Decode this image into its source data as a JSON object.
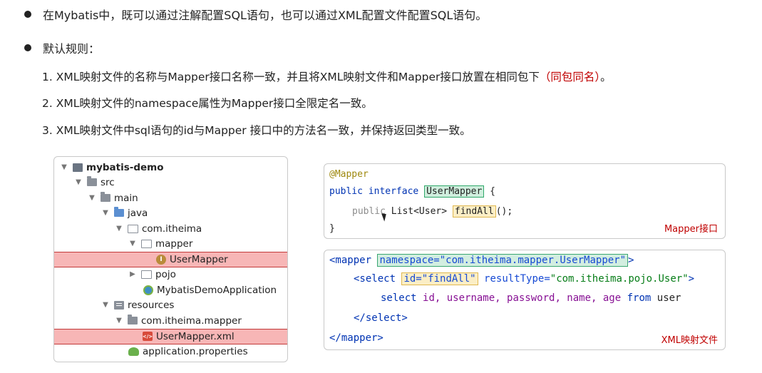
{
  "bullets": [
    "在Mybatis中，既可以通过注解配置SQL语句，也可以通过XML配置文件配置SQL语句。",
    "默认规则："
  ],
  "rules": {
    "r1_a": "1. XML映射文件的名称与Mapper接口名称一致，并且将XML映射文件和Mapper接口放置在相同包下",
    "r1_b": "（同包同名）",
    "r1_c": "。",
    "r2": "2. XML映射文件的namespace属性为Mapper接口全限定名一致。",
    "r3": "3. XML映射文件中sql语句的id与Mapper 接口中的方法名一致，并保持返回类型一致。"
  },
  "tree": {
    "project": "mybatis-demo",
    "src": "src",
    "main": "main",
    "java": "java",
    "pkg_itheima": "com.itheima",
    "mapper": "mapper",
    "user_mapper": "UserMapper",
    "pojo": "pojo",
    "app": "MybatisDemoApplication",
    "resources": "resources",
    "res_pkg": "com.itheima.mapper",
    "user_mapper_xml": "UserMapper.xml",
    "props": "application.properties"
  },
  "java_code": {
    "annotation": "@Mapper",
    "line2_kw": "public interface",
    "iface_name": "UserMapper",
    "brace_open": "{",
    "line3_kw": "public",
    "line3_type": "List<User>",
    "method": "findAll",
    "parens": "();",
    "brace_close": "}",
    "caption": "Mapper接口"
  },
  "xml_code": {
    "l1_open": "<mapper",
    "namespace_attr": "namespace=\"com.itheima.mapper.UserMapper\"",
    "l1_close": ">",
    "l2_open": "<select",
    "id_attr": "id=\"findAll\"",
    "rt_name": "resultType=",
    "rt_value": "\"com.itheima.pojo.User\"",
    "l2_close": ">",
    "sql_select": "select",
    "sql_cols": "id, username, password, name, age",
    "sql_from": "from",
    "sql_table": "user",
    "l4": "</select>",
    "l5": "</mapper>",
    "caption": "XML映射文件"
  }
}
